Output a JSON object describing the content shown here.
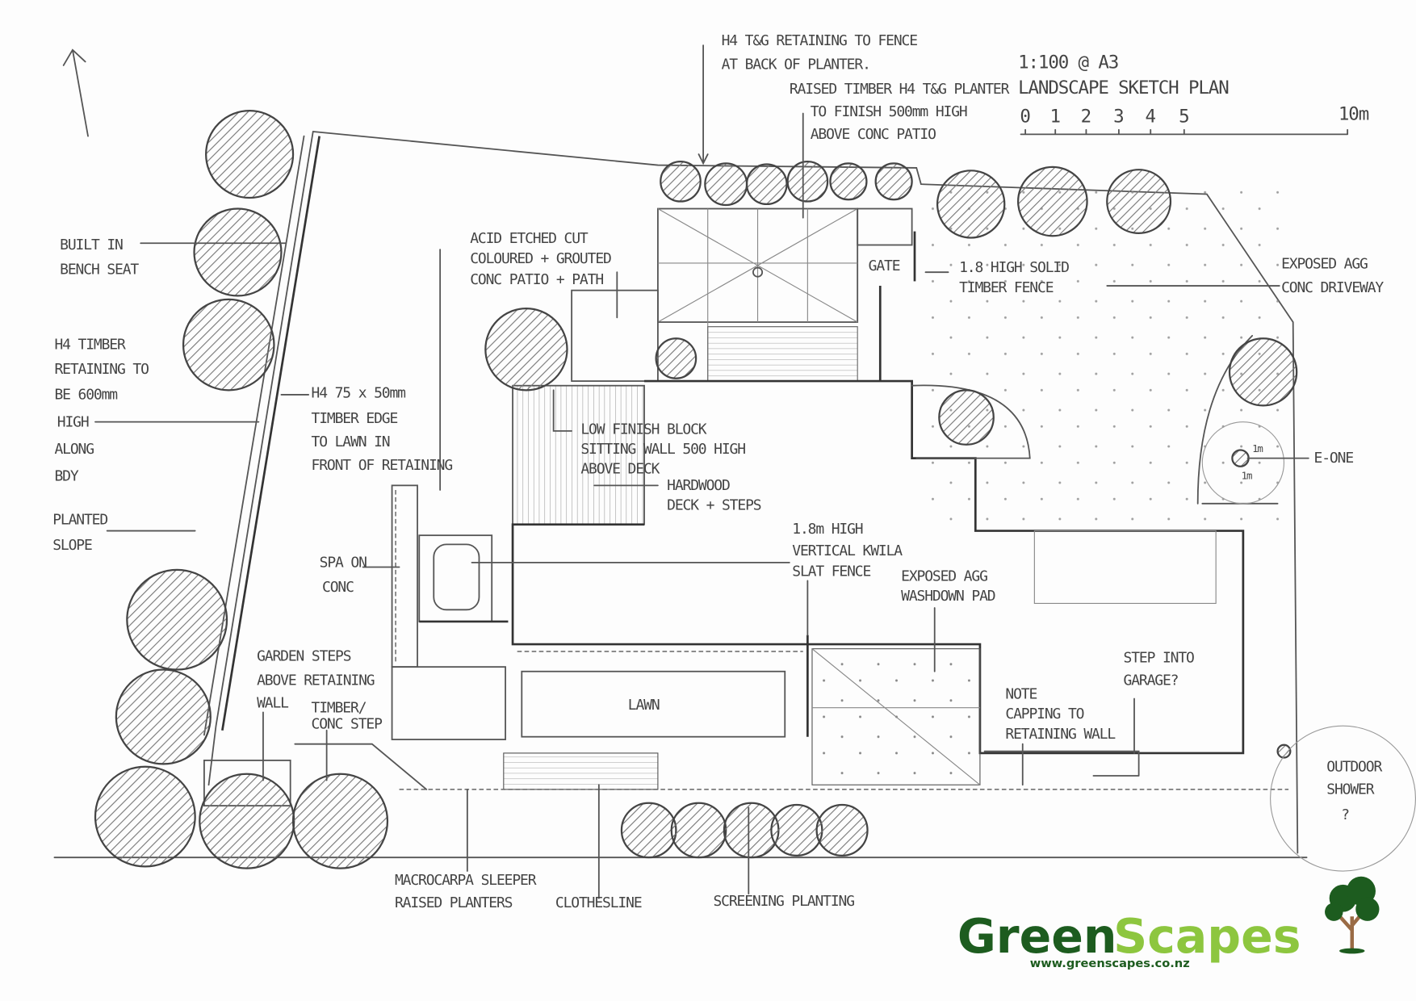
{
  "title_block": {
    "scale": "1:100 @ A3",
    "title": "LANDSCAPE SKETCH PLAN",
    "scale_bar_ticks": [
      "0",
      "1",
      "2",
      "3",
      "4",
      "5"
    ],
    "scale_bar_end": "10m"
  },
  "labels": {
    "fence_top": [
      "H4 T&G RETAINING TO FENCE",
      "AT BACK OF PLANTER."
    ],
    "raised_planter": [
      "RAISED TIMBER H4 T&G PLANTER",
      "TO FINISH 500mm HIGH",
      "ABOVE CONC PATIO"
    ],
    "bench": [
      "BUILT IN",
      "BENCH SEAT"
    ],
    "retaining": [
      "H4 TIMBER",
      "RETAINING TO",
      "BE 600mm",
      "HIGH",
      "ALONG",
      "BDY"
    ],
    "slope": [
      "PLANTED",
      "SLOPE"
    ],
    "timber_edge": [
      "H4 75 x 50mm",
      "TIMBER EDGE",
      "TO LAWN IN",
      "FRONT OF RETAINING"
    ],
    "patio": [
      "ACID ETCHED CUT",
      "COLOURED + GROUTED",
      "CONC PATIO + PATH"
    ],
    "gate": "GATE",
    "solid_fence": [
      "1.8 HIGH SOLID",
      "TIMBER FENCE"
    ],
    "driveway": [
      "EXPOSED AGG",
      "CONC DRIVEWAY"
    ],
    "sitting_wall": [
      "LOW FINISH BLOCK",
      "SITTING WALL 500 HIGH",
      "ABOVE DECK"
    ],
    "deck": [
      "HARDWOOD",
      "DECK + STEPS"
    ],
    "slat_fence": [
      "1.8m HIGH",
      "VERTICAL KWILA",
      "SLAT FENCE"
    ],
    "spa": [
      "SPA ON",
      "CONC"
    ],
    "washdown": [
      "EXPOSED AGG",
      "WASHDOWN PAD"
    ],
    "eone": "E-ONE",
    "eone_dims": [
      "1m",
      "1m"
    ],
    "garden_steps": [
      "GARDEN STEPS",
      "ABOVE RETAINING",
      "WALL"
    ],
    "timber_step": [
      "TIMBER/",
      "CONC STEP"
    ],
    "lawn": "LAWN",
    "capping": [
      "NOTE",
      "CAPPING TO",
      "RETAINING WALL"
    ],
    "garage_step": [
      "STEP INTO",
      "GARAGE?"
    ],
    "shower": [
      "OUTDOOR",
      "SHOWER",
      "?"
    ],
    "macrocarpa": [
      "MACROCARPA SLEEPER",
      "RAISED PLANTERS"
    ],
    "clothesline": "CLOTHESLINE",
    "screening": "SCREENING PLANTING"
  },
  "logo": {
    "name_part1": "Green",
    "name_part2": "Scapes",
    "url": "www.greenscapes.co.nz",
    "color_dark": "#1d5c1f",
    "color_light": "#8dc63f",
    "tree_trunk": "#9a6b45"
  },
  "icons": [
    "north-arrow-icon",
    "tree-icon"
  ]
}
